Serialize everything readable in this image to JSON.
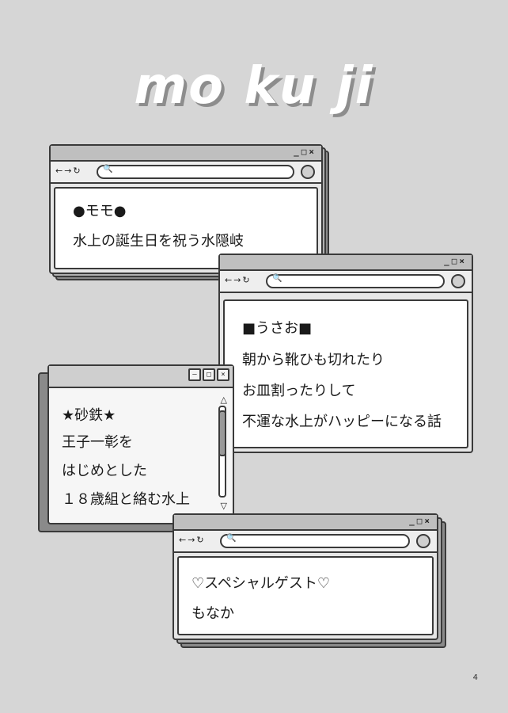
{
  "title": "mo ku ji",
  "page_number": "4",
  "chrome": {
    "window_controls": "_□×",
    "nav_icons": "←→↻",
    "search_icon": "🔍"
  },
  "windows": [
    {
      "id": "momo",
      "lines": [
        "●モモ●",
        "水上の誕生日を祝う水隠岐"
      ]
    },
    {
      "id": "usao",
      "lines": [
        "■うさお■",
        "朝から靴ひも切れたり",
        "お皿割ったりして",
        "不運な水上がハッピーになる話"
      ]
    },
    {
      "id": "satetsu",
      "lines": [
        "★砂鉄★",
        "王子一彰を",
        "はじめとした",
        "１８歳組と絡む水上"
      ]
    },
    {
      "id": "guest",
      "lines": [
        "♡スペシャルゲスト♡",
        "もなか"
      ]
    }
  ]
}
